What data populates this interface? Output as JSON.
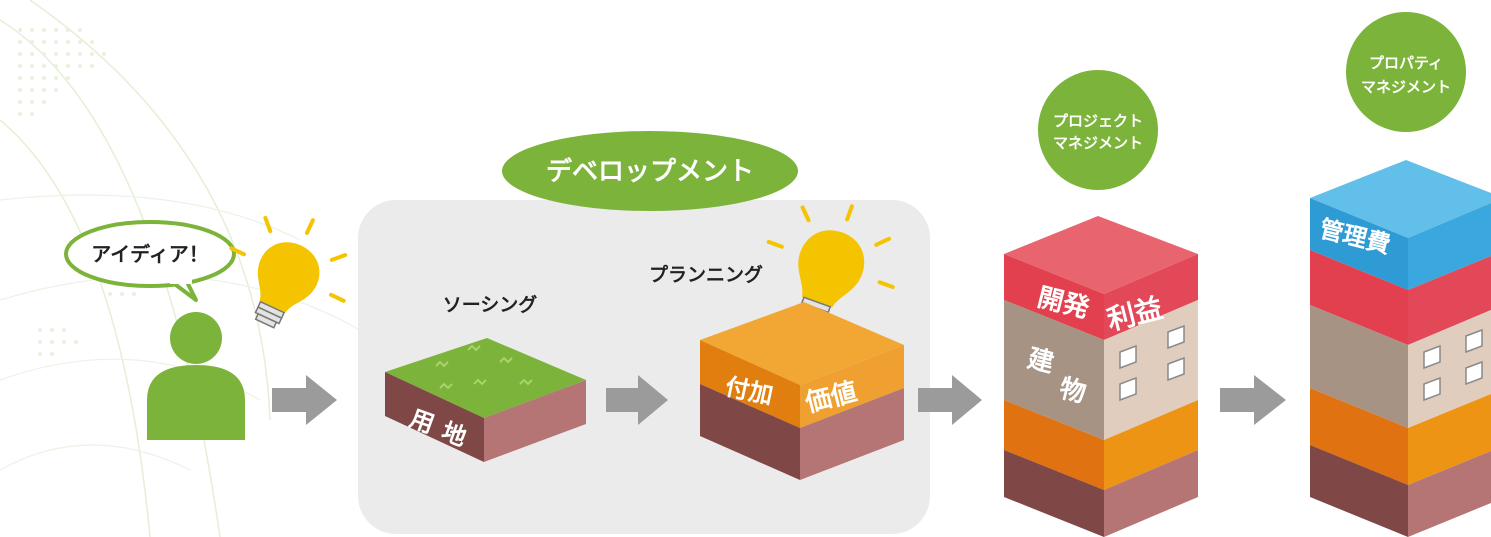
{
  "speech_bubble": {
    "text": "アイディア！"
  },
  "development": {
    "title": "デベロップメント"
  },
  "sourcing": {
    "label": "ソーシング",
    "block_text_1": "用",
    "block_text_2": "地"
  },
  "planning": {
    "label": "プランニング",
    "block_text_1": "付加",
    "block_text_2": "価値"
  },
  "project_management": {
    "circle_line_1": "プロジェクト",
    "circle_line_2": "マネジメント",
    "label_kaihatsu": "開発",
    "label_rieki": "利益",
    "label_tatemono_1": "建",
    "label_tatemono_2": "物"
  },
  "property_management": {
    "circle_line_1": "プロパティ",
    "circle_line_2": "マネジメント",
    "label_kanrihi": "管理費"
  },
  "colors": {
    "green": "#7cb33a",
    "arrow_gray": "#9b9b9b",
    "panel_gray": "#ebebeb",
    "bulb_yellow": "#f5c400",
    "soil": "#b57574",
    "soil_dark": "#7f4746",
    "orange": "#e78b0f",
    "red": "#e24857",
    "building_brown": "#a69384",
    "sky_blue": "#3aa7de"
  }
}
